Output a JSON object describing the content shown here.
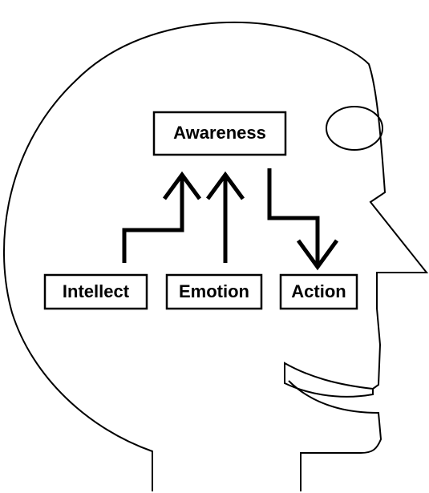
{
  "nodes": {
    "awareness": "Awareness",
    "intellect": "Intellect",
    "emotion": "Emotion",
    "action": "Action"
  }
}
